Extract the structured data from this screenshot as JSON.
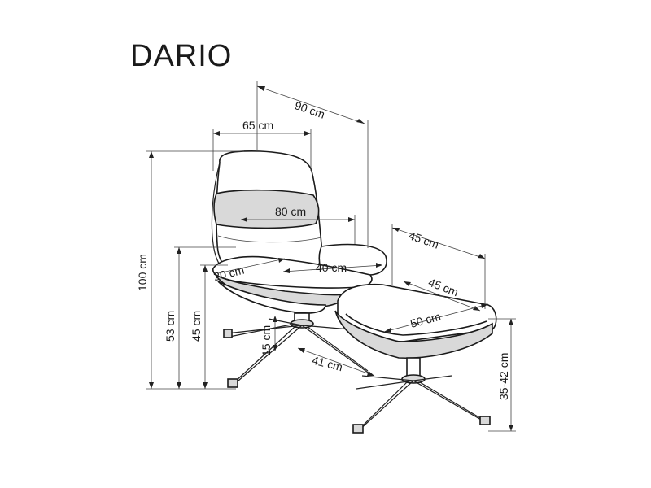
{
  "title": "DARIO",
  "dimensions": {
    "depth_total": "90 cm",
    "width": "65 cm",
    "backrest_width": "80 cm",
    "ottoman_depth_top": "45 cm",
    "ottoman_width": "45 cm",
    "ottoman_length": "50 cm",
    "seat_depth": "40 cm",
    "armrest_height": "20 cm",
    "base_height": "15 cm",
    "base_spread": "41 cm",
    "total_height": "100 cm",
    "armrest_floor_height": "53 cm",
    "seat_height": "45 cm",
    "ottoman_height": "35-42 cm"
  }
}
